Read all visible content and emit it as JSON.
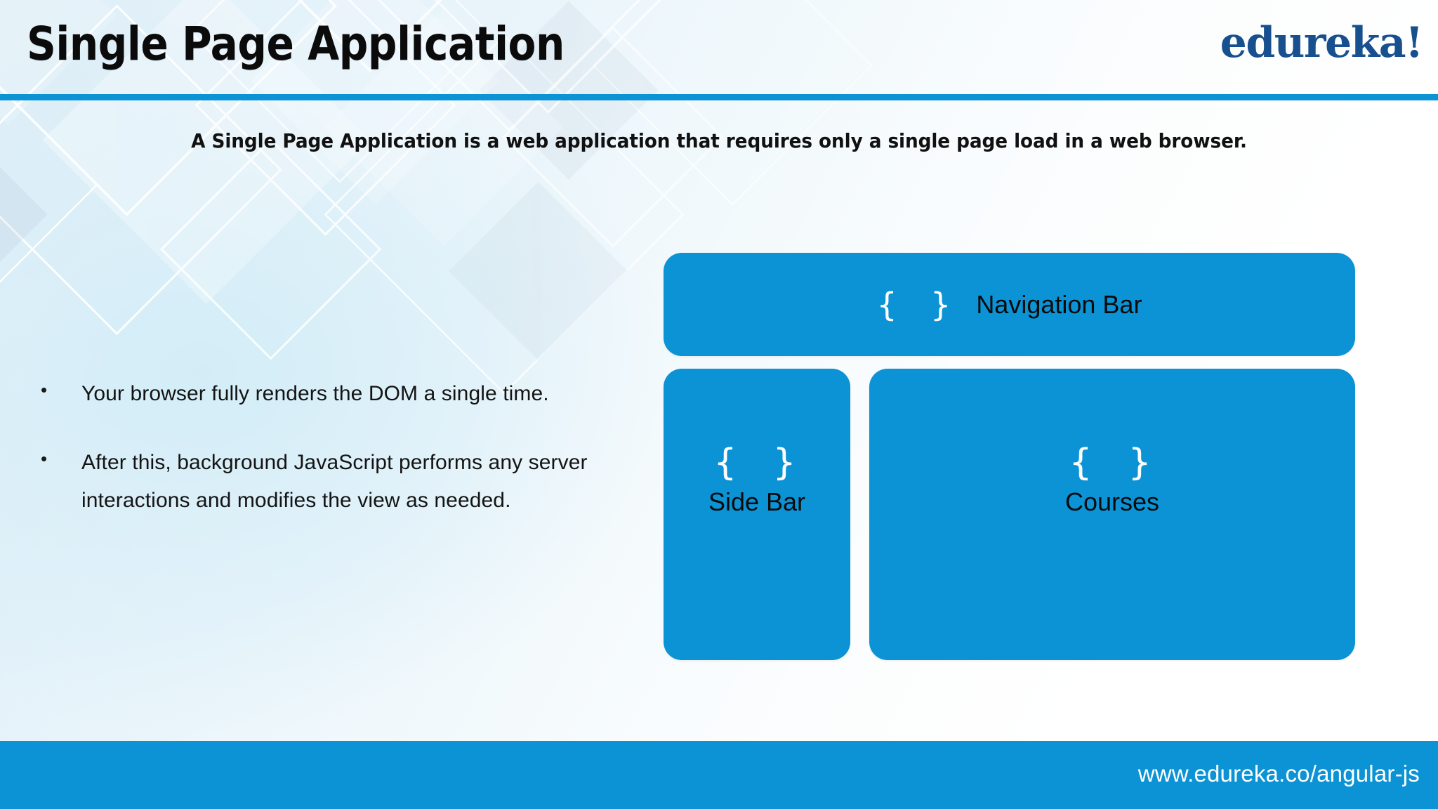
{
  "slide": {
    "title": "Single Page Application",
    "brand": "edureka!",
    "lead": "A Single Page Application is a web application that requires only a single page load in a web browser.",
    "accent_color": "#0b93d5",
    "brand_color": "#18508f",
    "panel_color": "#0b93d5"
  },
  "bullets": [
    {
      "marker": "•",
      "text": "Your browser fully renders the DOM a single time."
    },
    {
      "marker": "•",
      "text": "After this, background JavaScript performs any server interactions and modifies the view as needed."
    }
  ],
  "diagram": {
    "nav": {
      "braces": "{  }",
      "label": "Navigation Bar"
    },
    "side": {
      "braces": "{  }",
      "label": "Side Bar"
    },
    "courses": {
      "braces": "{  }",
      "label": "Courses"
    }
  },
  "footer": {
    "url": "www.edureka.co/angular-js"
  }
}
